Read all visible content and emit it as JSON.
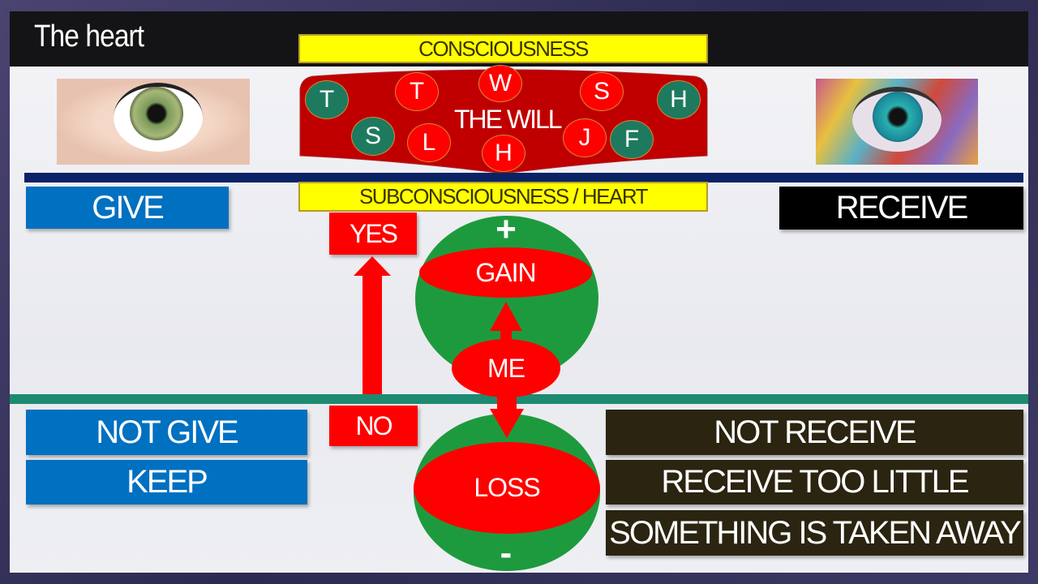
{
  "title": "The heart",
  "consciousness": "CONSCIOUSNESS",
  "will": {
    "label": "THE WILL",
    "circles": [
      {
        "letter": "T",
        "color": "green"
      },
      {
        "letter": "S",
        "color": "green"
      },
      {
        "letter": "T",
        "color": "red"
      },
      {
        "letter": "L",
        "color": "red"
      },
      {
        "letter": "W",
        "color": "red"
      },
      {
        "letter": "H",
        "color": "red"
      },
      {
        "letter": "S",
        "color": "red"
      },
      {
        "letter": "J",
        "color": "red"
      },
      {
        "letter": "F",
        "color": "green"
      },
      {
        "letter": "H",
        "color": "green"
      }
    ]
  },
  "subconsciousness": "SUBCONSCIOUSNESS / HEART",
  "give": "GIVE",
  "receive": "RECEIVE",
  "yes": "YES",
  "no": "NO",
  "plus": "+",
  "minus": "-",
  "gain": "GAIN",
  "me": "ME",
  "loss": "LOSS",
  "left_boxes": [
    "NOT GIVE",
    "KEEP"
  ],
  "right_boxes": [
    "NOT RECEIVE",
    "RECEIVE TOO LITTLE",
    "SOMETHING IS TAKEN AWAY"
  ],
  "colors": {
    "blue": "#0070c0",
    "red": "#ff0000",
    "green": "#1e9a3e",
    "yellow": "#ffff00",
    "dark": "#2a2410",
    "navy": "#0a2266",
    "teal": "#1e8a72"
  }
}
